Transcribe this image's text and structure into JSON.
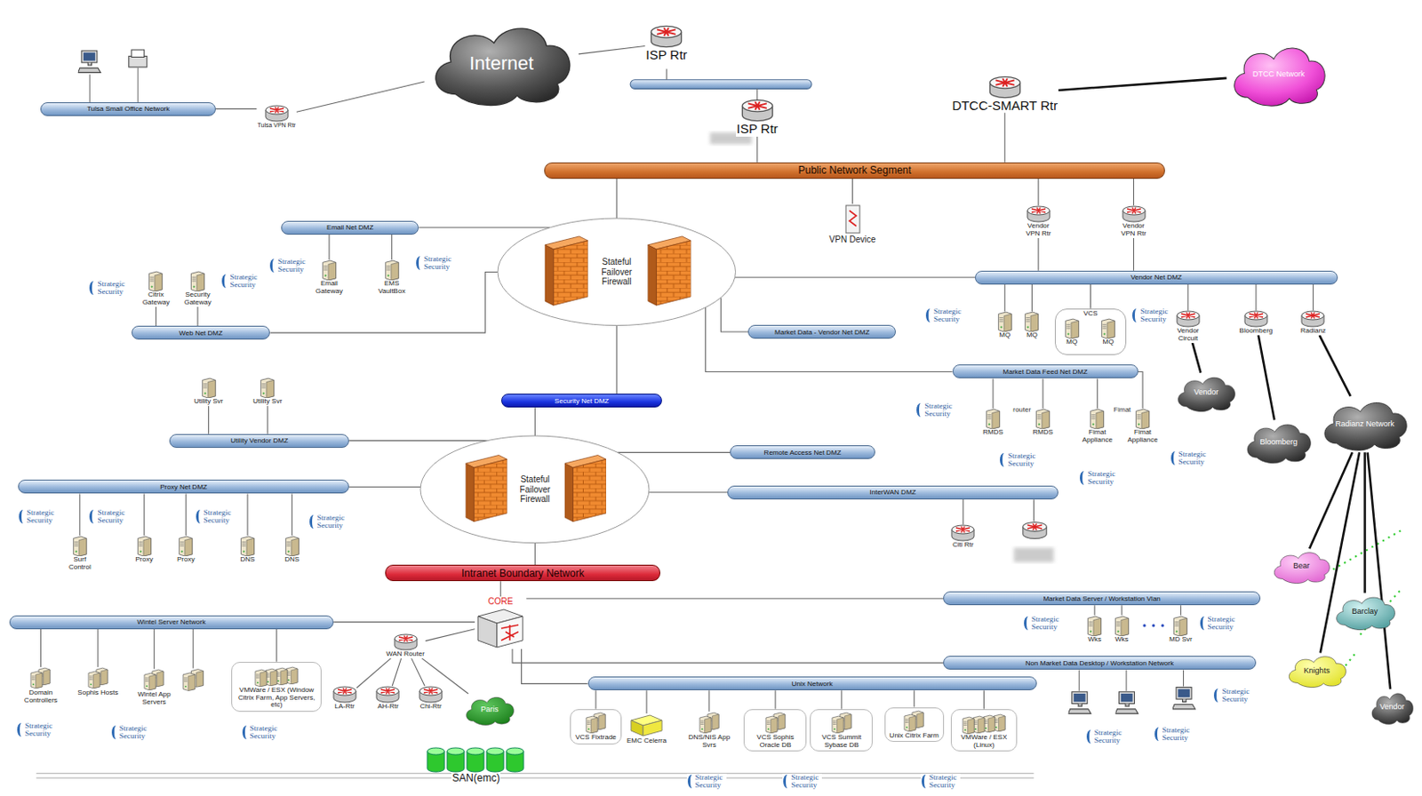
{
  "diagram": {
    "nodes": [
      {
        "text": [
          "Tulsa Small Office Network"
        ]
      },
      {
        "text": [
          "Tulsa VPN Rtr"
        ]
      },
      {
        "text": [
          "Internet"
        ]
      },
      {
        "text": [
          "ISP Rtr"
        ]
      },
      {
        "text": [
          "ISP Rtr"
        ]
      },
      {
        "text": [
          "DTCC-SMART Rtr"
        ]
      },
      {
        "text": [
          "DTCC Network"
        ]
      },
      {
        "text": [
          "Public Network Segment"
        ]
      },
      {
        "text": [
          "Stateful Failover Firewall"
        ]
      },
      {
        "text": [
          "VPN Device"
        ]
      },
      {
        "text": [
          "Vendor VPN Rtr"
        ]
      },
      {
        "text": [
          "Vendor VPN Rtr"
        ]
      },
      {
        "text": [
          "Email Net DMZ"
        ]
      },
      {
        "text": [
          "Email Gateway"
        ]
      },
      {
        "text": [
          "EMS VaultBox"
        ]
      },
      {
        "text": [
          "Citrix Gateway"
        ]
      },
      {
        "text": [
          "Security Gateway"
        ]
      },
      {
        "text": [
          "Web Net DMZ"
        ]
      },
      {
        "text": [
          "Vendor Net DMZ"
        ]
      },
      {
        "text": [
          "MQ"
        ]
      },
      {
        "text": [
          "MQ"
        ]
      },
      {
        "text": [
          "VCS"
        ]
      },
      {
        "text": [
          "MQ"
        ],
        "in": 21
      },
      {
        "text": [
          "MQ"
        ],
        "in": 21
      },
      {
        "text": [
          "Vendor Circuit"
        ]
      },
      {
        "text": [
          "Bloomberg"
        ]
      },
      {
        "text": [
          "Radianz"
        ]
      },
      {
        "text": [
          "Market Data - Vendor Net DMZ"
        ]
      },
      {
        "text": [
          "Market Data Feed Net DMZ"
        ]
      },
      {
        "text": [
          "RMDS"
        ]
      },
      {
        "text": [
          "RMDS"
        ]
      },
      {
        "text": [
          "Fimat Appliance"
        ]
      },
      {
        "text": [
          "Fimat Appliance"
        ]
      },
      {
        "text": [
          "Vendor"
        ]
      },
      {
        "text": [
          "Bloomberg"
        ]
      },
      {
        "text": [
          "Radianz Network"
        ]
      },
      {
        "text": [
          "Bear"
        ]
      },
      {
        "text": [
          "Barclay"
        ]
      },
      {
        "text": [
          "Knights"
        ]
      },
      {
        "text": [
          "Vendor"
        ]
      },
      {
        "text": [
          "Security Net DMZ"
        ]
      },
      {
        "text": [
          "Utility Svr"
        ]
      },
      {
        "text": [
          "Utility Svr"
        ]
      },
      {
        "text": [
          "Utility Vendor DMZ"
        ]
      },
      {
        "text": [
          "Stateful Failover Firewall"
        ]
      },
      {
        "text": [
          "Remote Access Net DMZ"
        ]
      },
      {
        "text": [
          "InterWAN DMZ"
        ]
      },
      {
        "text": [
          "Citi Rtr"
        ]
      },
      {
        "text": [
          "Proxy Net DMZ"
        ]
      },
      {
        "text": [
          "Surf Control"
        ]
      },
      {
        "text": [
          "Proxy"
        ]
      },
      {
        "text": [
          "Proxy"
        ]
      },
      {
        "text": [
          "DNS"
        ]
      },
      {
        "text": [
          "DNS"
        ]
      },
      {
        "text": [
          "Intranet Boundary Network"
        ]
      },
      {
        "text": [
          "CORE"
        ]
      },
      {
        "text": [
          "Wintel Server Network"
        ]
      },
      {
        "text": [
          "Market Data Server / Workstation Vlan"
        ]
      },
      {
        "text": [
          "Wks"
        ]
      },
      {
        "text": [
          "Wks"
        ]
      },
      {
        "text": [
          "MD Svr"
        ]
      },
      {
        "text": [
          "Non Market Data Desktop / Workstation Network"
        ]
      },
      {
        "text": [
          "WAN Router"
        ]
      },
      {
        "text": [
          "LA-Rtr"
        ]
      },
      {
        "text": [
          "AH-Rtr"
        ]
      },
      {
        "text": [
          "Chi-Rtr"
        ]
      },
      {
        "text": [
          "Paris"
        ]
      },
      {
        "text": [
          "Unix Network"
        ]
      },
      {
        "text": [
          "VCS Fixtrade"
        ]
      },
      {
        "text": [
          "EMC Celerra"
        ]
      },
      {
        "text": [
          "DNS/NIS App Svrs"
        ]
      },
      {
        "text": [
          "VCS Sophis Oracle DB"
        ]
      },
      {
        "text": [
          "VCS Summit Sybase DB"
        ]
      },
      {
        "text": [
          "Unix Citrix Farm"
        ]
      },
      {
        "text": [
          "VMWare / ESX (Linux)"
        ]
      },
      {
        "text": [
          "Domain Controllers"
        ]
      },
      {
        "text": [
          "Sophis Hosts"
        ]
      },
      {
        "text": [
          "Wintel App Servers"
        ]
      },
      {
        "text": [
          "VMWare / ESX (Window Citrix Farm, App Servers, etc)"
        ]
      },
      {
        "text": [
          "SAN(emc)"
        ]
      }
    ],
    "edges": [
      {
        "from": 0,
        "to": 1,
        "arrow": "none"
      },
      {
        "from": 1,
        "to": 2,
        "arrow": "none"
      },
      {
        "from": 2,
        "to": 3,
        "arrow": "none"
      },
      {
        "from": 4,
        "to": 7,
        "arrow": "none"
      },
      {
        "from": 5,
        "to": 6,
        "arrow": "none"
      },
      {
        "from": 5,
        "to": 7,
        "arrow": "none"
      },
      {
        "from": 7,
        "to": 8,
        "arrow": "none"
      },
      {
        "from": 7,
        "to": 9,
        "arrow": "none"
      },
      {
        "from": 7,
        "to": 10,
        "arrow": "none"
      },
      {
        "from": 7,
        "to": 11,
        "arrow": "none"
      },
      {
        "from": 10,
        "to": 18,
        "arrow": "none"
      },
      {
        "from": 11,
        "to": 18,
        "arrow": "none"
      },
      {
        "from": 12,
        "to": 8,
        "arrow": "none"
      },
      {
        "from": 12,
        "to": 13,
        "arrow": "none"
      },
      {
        "from": 12,
        "to": 14,
        "arrow": "none"
      },
      {
        "from": 17,
        "to": 15,
        "arrow": "none"
      },
      {
        "from": 17,
        "to": 16,
        "arrow": "none"
      },
      {
        "from": 17,
        "to": 8,
        "arrow": "none"
      },
      {
        "from": 8,
        "to": 27,
        "arrow": "none"
      },
      {
        "from": 8,
        "to": 18,
        "arrow": "none"
      },
      {
        "from": 8,
        "to": 28,
        "arrow": "none"
      },
      {
        "from": 8,
        "to": 40,
        "arrow": "none"
      },
      {
        "from": 18,
        "to": 19,
        "arrow": "none"
      },
      {
        "from": 18,
        "to": 20,
        "arrow": "none"
      },
      {
        "from": 18,
        "to": 21,
        "arrow": "none"
      },
      {
        "from": 18,
        "to": 24,
        "arrow": "none"
      },
      {
        "from": 18,
        "to": 25,
        "arrow": "none"
      },
      {
        "from": 18,
        "to": 26,
        "arrow": "none"
      },
      {
        "from": 24,
        "to": 33,
        "arrow": "none"
      },
      {
        "from": 25,
        "to": 34,
        "arrow": "none"
      },
      {
        "from": 26,
        "to": 35,
        "arrow": "none"
      },
      {
        "from": 35,
        "to": 36,
        "arrow": "none"
      },
      {
        "from": 35,
        "to": 37,
        "arrow": "none"
      },
      {
        "from": 35,
        "to": 38,
        "arrow": "none"
      },
      {
        "from": 35,
        "to": 39,
        "arrow": "none"
      },
      {
        "from": 28,
        "to": 29,
        "arrow": "none"
      },
      {
        "from": 28,
        "to": 30,
        "arrow": "none"
      },
      {
        "from": 28,
        "to": 31,
        "arrow": "none"
      },
      {
        "from": 28,
        "to": 32,
        "arrow": "none"
      },
      {
        "from": 40,
        "to": 44,
        "arrow": "none"
      },
      {
        "from": 44,
        "to": 43,
        "arrow": "none"
      },
      {
        "from": 44,
        "to": 48,
        "arrow": "none"
      },
      {
        "from": 44,
        "to": 45,
        "arrow": "none"
      },
      {
        "from": 44,
        "to": 46,
        "arrow": "none"
      },
      {
        "from": 44,
        "to": 54,
        "arrow": "none"
      },
      {
        "from": 43,
        "to": 41,
        "arrow": "none"
      },
      {
        "from": 43,
        "to": 42,
        "arrow": "none"
      },
      {
        "from": 48,
        "to": 49,
        "arrow": "none"
      },
      {
        "from": 48,
        "to": 50,
        "arrow": "none"
      },
      {
        "from": 48,
        "to": 51,
        "arrow": "none"
      },
      {
        "from": 48,
        "to": 52,
        "arrow": "none"
      },
      {
        "from": 48,
        "to": 53,
        "arrow": "none"
      },
      {
        "from": 46,
        "to": 47,
        "arrow": "none"
      },
      {
        "from": 54,
        "to": 55,
        "arrow": "none"
      },
      {
        "from": 55,
        "to": 56,
        "arrow": "none"
      },
      {
        "from": 55,
        "to": 57,
        "arrow": "none"
      },
      {
        "from": 55,
        "to": 61,
        "arrow": "none"
      },
      {
        "from": 55,
        "to": 67,
        "arrow": "none"
      },
      {
        "from": 55,
        "to": 62,
        "arrow": "none"
      },
      {
        "from": 62,
        "to": 63,
        "arrow": "none"
      },
      {
        "from": 62,
        "to": 64,
        "arrow": "none"
      },
      {
        "from": 62,
        "to": 65,
        "arrow": "none"
      },
      {
        "from": 62,
        "to": 66,
        "arrow": "none"
      },
      {
        "from": 56,
        "to": 75,
        "arrow": "none"
      },
      {
        "from": 56,
        "to": 76,
        "arrow": "none"
      },
      {
        "from": 56,
        "to": 77,
        "arrow": "none"
      },
      {
        "from": 56,
        "to": 78,
        "arrow": "none"
      },
      {
        "from": 67,
        "to": 68,
        "arrow": "none"
      },
      {
        "from": 67,
        "to": 69,
        "arrow": "none"
      },
      {
        "from": 67,
        "to": 70,
        "arrow": "none"
      },
      {
        "from": 67,
        "to": 71,
        "arrow": "none"
      },
      {
        "from": 67,
        "to": 72,
        "arrow": "none"
      },
      {
        "from": 67,
        "to": 73,
        "arrow": "none"
      },
      {
        "from": 67,
        "to": 74,
        "arrow": "none"
      },
      {
        "from": 57,
        "to": 58,
        "arrow": "none"
      },
      {
        "from": 57,
        "to": 59,
        "arrow": "none"
      },
      {
        "from": 57,
        "to": 60,
        "arrow": "none"
      }
    ],
    "labels": [
      "router",
      "Fimat",
      "Strategic Security",
      "Strategic Security",
      "Strategic Security",
      "Strategic Security",
      "Strategic Security",
      "Strategic Security",
      "Strategic Security",
      "Strategic Security",
      "Strategic Security",
      "Strategic Security",
      "Strategic Security",
      "Strategic Security",
      "Strategic Security",
      "Strategic Security",
      "Strategic Security",
      "Strategic Security",
      "Strategic Security",
      "Strategic Security",
      "Strategic Security",
      "Strategic Security",
      "Strategic Security",
      "Strategic Security",
      "Strategic Security",
      "Strategic Security",
      "Strategic Security"
    ]
  }
}
